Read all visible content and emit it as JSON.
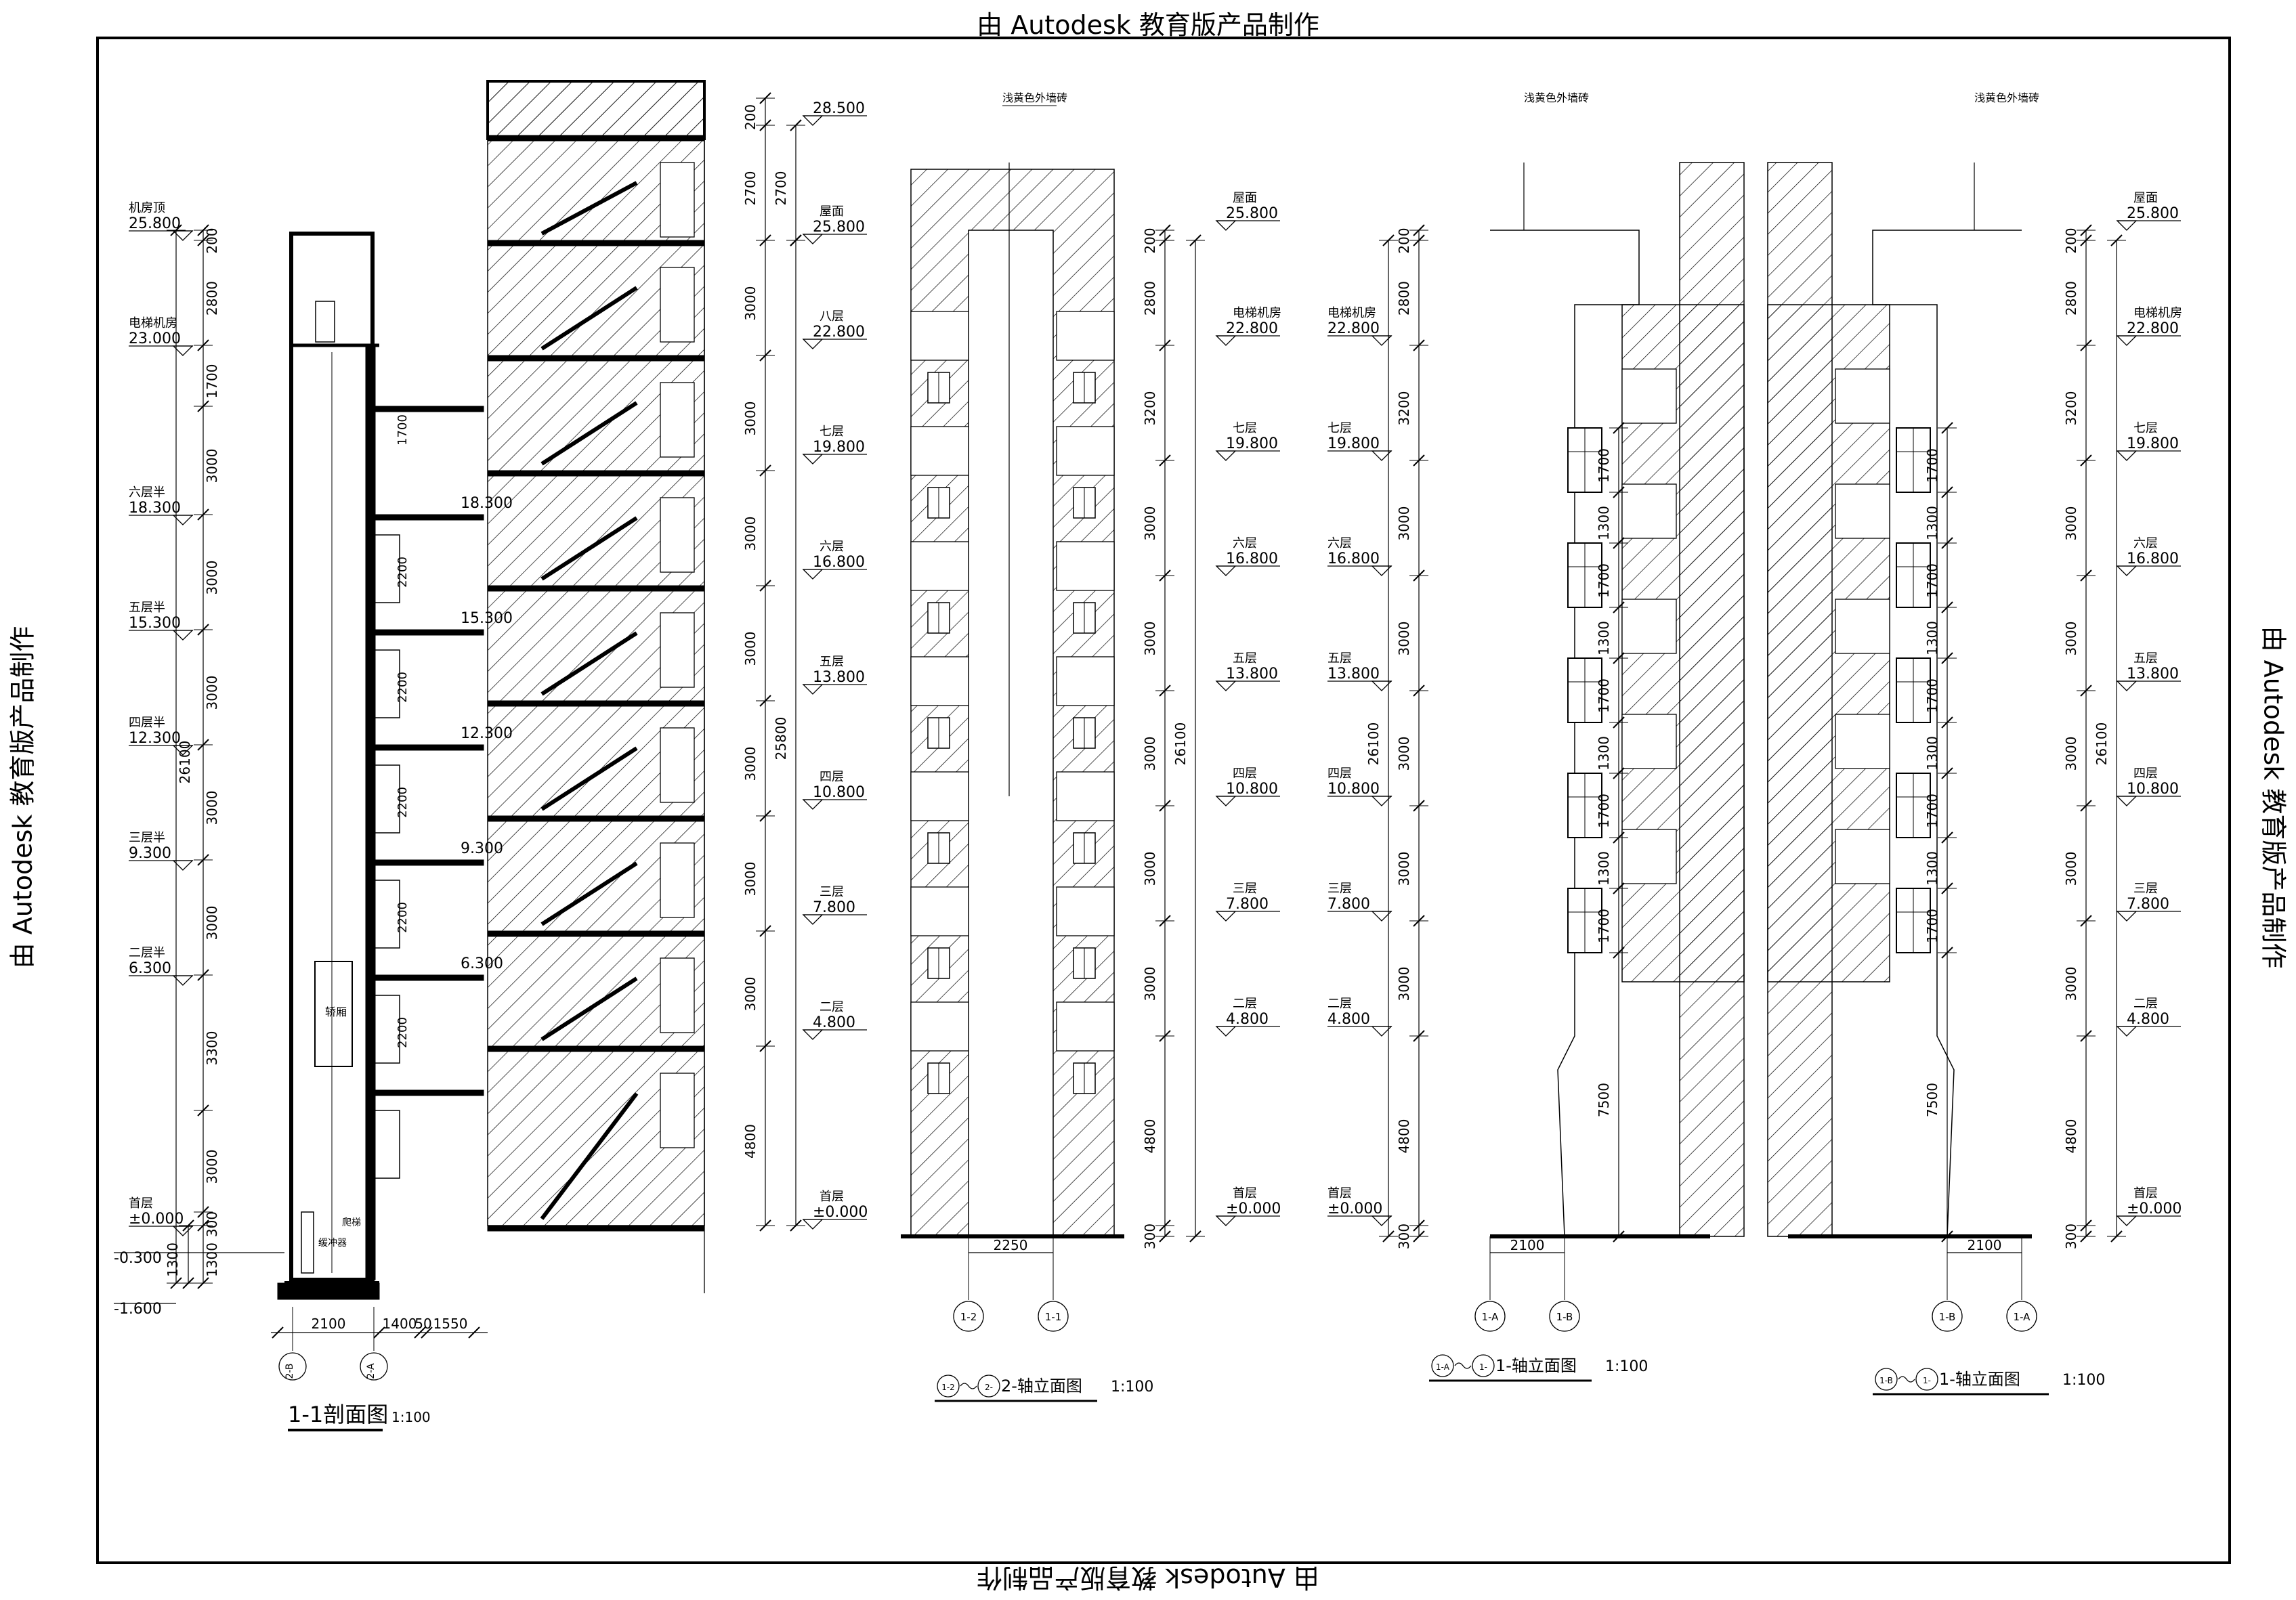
{
  "watermark": "由 Autodesk 教育版产品制作",
  "section": {
    "title": "1-1剖面图",
    "scale": "1:100",
    "left_levels": [
      {
        "name": "机房顶",
        "elev": "25.800"
      },
      {
        "name": "电梯机房",
        "elev": "23.000"
      },
      {
        "name": "六层半",
        "elev": "18.300"
      },
      {
        "name": "五层半",
        "elev": "15.300"
      },
      {
        "name": "四层半",
        "elev": "12.300"
      },
      {
        "name": "三层半",
        "elev": "9.300"
      },
      {
        "name": "二层半",
        "elev": "6.300"
      },
      {
        "name": "首层",
        "elev": "±0.000"
      }
    ],
    "below_elevs": [
      "-0.300",
      "-1.600"
    ],
    "left_dims": [
      "200",
      "2800",
      "1700",
      "3000",
      "3000",
      "3000",
      "3000",
      "3000",
      "3300",
      "3000",
      "300",
      "1300"
    ],
    "left_dims2": [
      "1300"
    ],
    "total": "26100",
    "inner_dims": [
      "1700",
      "2200",
      "2200",
      "2200",
      "2200",
      "2200"
    ],
    "landing_elevs": [
      "18.300",
      "15.300",
      "12.300",
      "9.300",
      "6.300"
    ],
    "pit_labels": [
      "缓冲器",
      "爬梯"
    ],
    "car_label": "轿厢",
    "bottom_dims": [
      "2100",
      "1400",
      "50",
      "1550"
    ],
    "axes": [
      "2-B",
      "2-A"
    ]
  },
  "stair": {
    "right_levels": [
      {
        "name": "",
        "elev": "28.500"
      },
      {
        "name": "屋面",
        "elev": "25.800"
      },
      {
        "name": "八层",
        "elev": "22.800"
      },
      {
        "name": "七层",
        "elev": "19.800"
      },
      {
        "name": "六层",
        "elev": "16.800"
      },
      {
        "name": "五层",
        "elev": "13.800"
      },
      {
        "name": "四层",
        "elev": "10.800"
      },
      {
        "name": "三层",
        "elev": "7.800"
      },
      {
        "name": "二层",
        "elev": "4.800"
      },
      {
        "name": "首层",
        "elev": "±0.000"
      }
    ],
    "dims": [
      "200",
      "2700",
      "3000",
      "3000",
      "3000",
      "3000",
      "3000",
      "3000",
      "3000",
      "4800"
    ],
    "dim2": "2700",
    "total": "25800"
  },
  "elev1": {
    "title": "2-轴立面图",
    "title_from": "1-2",
    "title_to": "2-",
    "scale": "1:100",
    "note": "浅黄色外墙砖",
    "axes": [
      "1-2",
      "1-1"
    ],
    "width_dim": "2250"
  },
  "elev2": {
    "title": "1-轴立面图",
    "title_from": "1-A",
    "title_to": "1-",
    "scale": "1:100",
    "note": "浅黄色外墙砖",
    "axes": [
      "1-A",
      "1-B"
    ],
    "width_dim": "2100"
  },
  "elev3": {
    "title": "1-轴立面图",
    "title_from": "1-B",
    "title_to": "1-",
    "scale": "1:100",
    "note": "浅黄色外墙砖",
    "axes": [
      "1-B",
      "1-A"
    ],
    "width_dim": "2100"
  },
  "elev_levels": [
    {
      "name": "屋面",
      "elev": "25.800"
    },
    {
      "name": "电梯机房",
      "elev": "22.800"
    },
    {
      "name": "七层",
      "elev": "19.800"
    },
    {
      "name": "六层",
      "elev": "16.800"
    },
    {
      "name": "五层",
      "elev": "13.800"
    },
    {
      "name": "四层",
      "elev": "10.800"
    },
    {
      "name": "三层",
      "elev": "7.800"
    },
    {
      "name": "二层",
      "elev": "4.800"
    },
    {
      "name": "首层",
      "elev": "±0.000"
    }
  ],
  "elev_dims": [
    "200",
    "2800",
    "3200",
    "3000",
    "3000",
    "3000",
    "3000",
    "3000",
    "4800",
    "300"
  ],
  "elev_total": "26100",
  "win_dims": [
    "1700",
    "1300",
    "1700",
    "1300",
    "1700",
    "1300",
    "1700",
    "1300",
    "1700",
    "7500"
  ]
}
